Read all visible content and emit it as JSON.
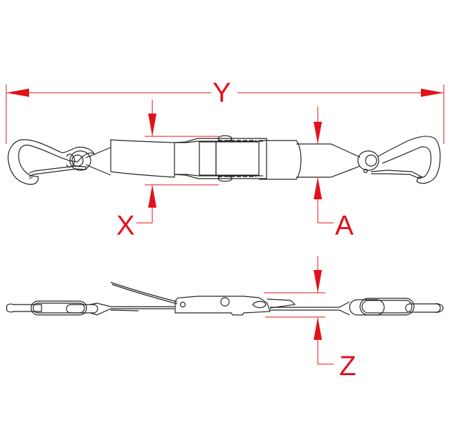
{
  "diagram": {
    "subject": "ratchet tie-down strap with snap hooks",
    "views": [
      "top view",
      "side view"
    ],
    "colors": {
      "dimension": "#e3111b",
      "outline": "#222222",
      "background": "#ffffff"
    },
    "dimensions": {
      "overall_length": {
        "label": "Y"
      },
      "buckle_width": {
        "label": "X"
      },
      "strap_width": {
        "label": "A"
      },
      "profile_height": {
        "label": "Z"
      }
    }
  }
}
